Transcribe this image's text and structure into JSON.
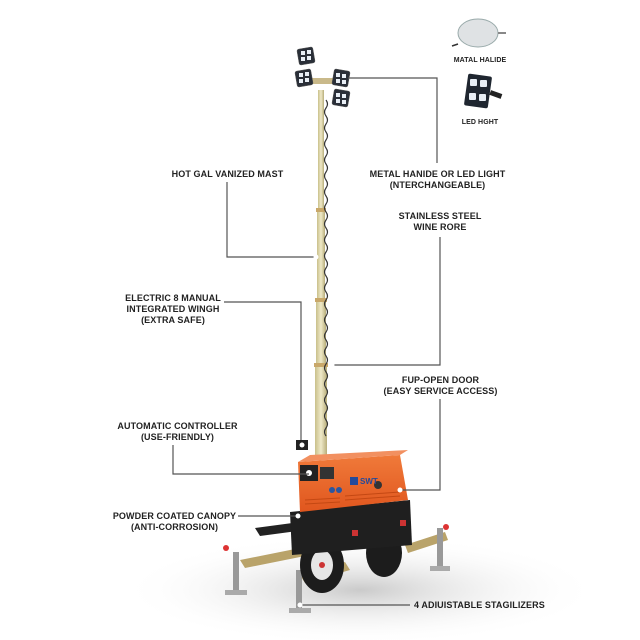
{
  "product": {
    "brand": "SWT",
    "description": "Mobile light tower trailer with telescopic mast and generator canopy",
    "colors": {
      "canopy": "#e8642a",
      "frame": "#1f1f1f",
      "stabilizer_arm": "#b9a36a",
      "mast": "#d8d0a8",
      "leader_line": "#555555"
    }
  },
  "legend": {
    "items": [
      {
        "icon": "metal-halide-lamp-icon",
        "label": "MATAL HALIDE"
      },
      {
        "icon": "led-light-icon",
        "label": "LED HGHT"
      }
    ]
  },
  "callouts": [
    {
      "id": "lamps",
      "lines": [
        "METAL HANIDE OR LED LIGHT",
        "(NTERCHANGEABLE)"
      ]
    },
    {
      "id": "mast",
      "lines": [
        "HOT GAL VANIZED MAST"
      ]
    },
    {
      "id": "wire-rope",
      "lines": [
        "STAINLESS STEEL",
        "WINE RORE"
      ]
    },
    {
      "id": "winch",
      "lines": [
        "ELECTRIC 8 MANUAL",
        "INTEGRATED WINGH",
        "(EXTRA SAFE)"
      ]
    },
    {
      "id": "door",
      "lines": [
        "FUP-OPEN DOOR",
        "(EASY SERVICE ACCESS)"
      ]
    },
    {
      "id": "controller",
      "lines": [
        "AUTOMATIC CONTROLLER",
        "(USE-FRIENDLY)"
      ]
    },
    {
      "id": "canopy",
      "lines": [
        "POWDER COATED CANOPY",
        "(ANTI-CORROSION)"
      ]
    },
    {
      "id": "stabilizers",
      "lines": [
        "4 ADIUISTABLE STAGILIZERS"
      ]
    }
  ]
}
